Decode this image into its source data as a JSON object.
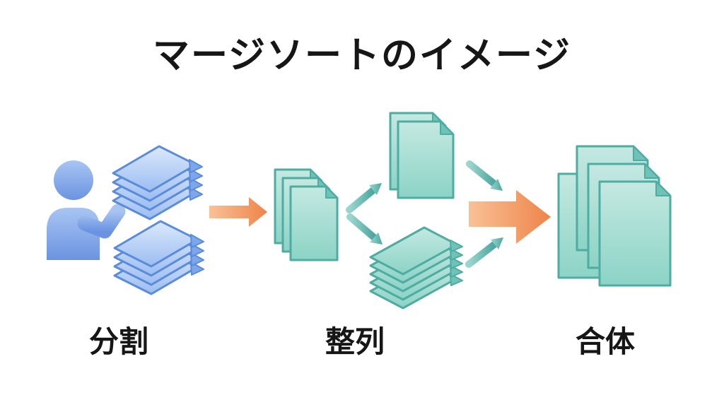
{
  "title": "マージソートのイメージ",
  "stages": [
    {
      "id": "split",
      "label": "分割"
    },
    {
      "id": "sort",
      "label": "整列"
    },
    {
      "id": "merge",
      "label": "合体"
    }
  ],
  "diagram": {
    "unsorted_blue_stacks": 2,
    "sheets_per_blue_stack": 4,
    "divided_teal_docs": 3,
    "sorted_top_docs": 2,
    "sorted_bottom_sheets": 5,
    "merged_docs": 4
  },
  "colors": {
    "background": "#FFFFFF",
    "text": "#161616",
    "person_light": "#A8C5F2",
    "person_dark": "#6B93E1",
    "blue_fill_light": "#DCE9FC",
    "blue_fill_dark": "#9CBDF1",
    "blue_border": "#5B8CDB",
    "blue_fold": "#7EA6EA",
    "teal_fill_light": "#C4E9E1",
    "teal_fill_dark": "#8CD3C6",
    "teal_border": "#4EACA2",
    "teal_fold": "#6FC2B8",
    "arrow_teal_light": "#9BD6CE",
    "arrow_teal_dark": "#4BA79F",
    "orange_light": "#F9C197",
    "orange_dark": "#EE8449"
  }
}
